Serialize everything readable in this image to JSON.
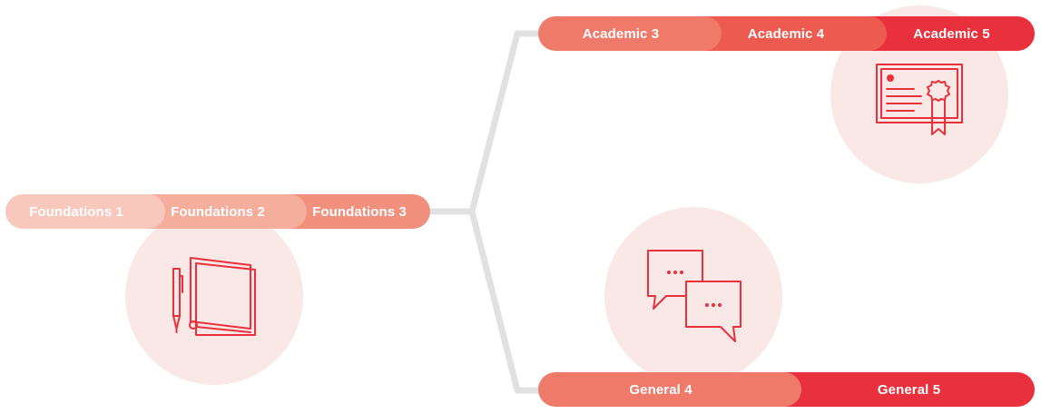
{
  "foundations": {
    "items": [
      {
        "label": "Foundations 1",
        "color": "#f8c8bc"
      },
      {
        "label": "Foundations 2",
        "color": "#f5ad9c"
      },
      {
        "label": "Foundations 3",
        "color": "#f2907e"
      }
    ],
    "icon": "notebook-pen-icon"
  },
  "academic": {
    "items": [
      {
        "label": "Academic 3",
        "color": "#ef7a6a"
      },
      {
        "label": "Academic 4",
        "color": "#ec5a50"
      },
      {
        "label": "Academic 5",
        "color": "#e8313c"
      }
    ],
    "icon": "certificate-icon"
  },
  "general": {
    "items": [
      {
        "label": "General 4",
        "color": "#ef7a6a"
      },
      {
        "label": "General 5",
        "color": "#e8313c"
      }
    ],
    "icon": "chat-bubbles-icon"
  },
  "colors": {
    "connector": "#e1e1e4",
    "circle": "#f9e8e6",
    "icon_stroke": "#e8313c"
  }
}
